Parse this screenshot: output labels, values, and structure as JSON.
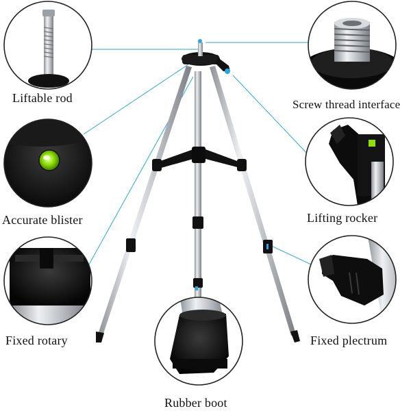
{
  "labels": {
    "liftable_rod": "Liftable rod",
    "screw_thread_interface": "Screw thread interface",
    "accurate_blister": "Accurate blister",
    "lifting_rocker": "Lifting rocker",
    "fixed_rotary": "Fixed rotary",
    "fixed_plectrum": "Fixed plectrum",
    "rubber_boot": "Rubber boot"
  },
  "icons": {
    "callout_circles": [
      "liftable-rod-detail",
      "screw-thread-detail",
      "accurate-blister-detail",
      "lifting-rocker-detail",
      "fixed-rotary-detail",
      "fixed-plectrum-detail",
      "rubber-boot-detail"
    ],
    "main_subject": "tripod-icon"
  },
  "colors": {
    "leader_line": "#29a8e0",
    "circle_border": "#222222",
    "bubble_vial": "#8fe000",
    "tripod_black": "#111111",
    "tripod_silver": "#c9ccd0"
  }
}
